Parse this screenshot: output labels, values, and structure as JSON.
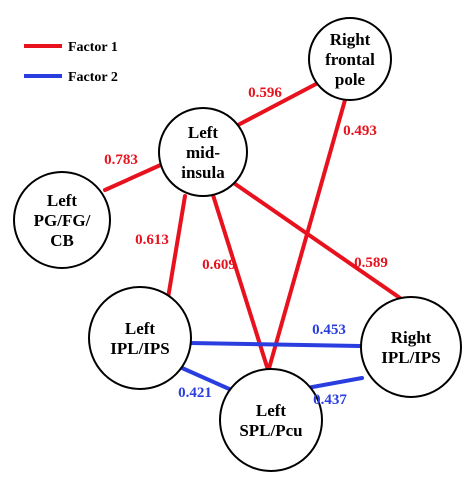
{
  "colors": {
    "factor1": "#e8121e",
    "factor2": "#2a3ee0"
  },
  "legend": [
    {
      "id": "f1",
      "label": "Factor 1",
      "factor": "factor1"
    },
    {
      "id": "f2",
      "label": "Factor 2",
      "factor": "factor2"
    }
  ],
  "nodes": [
    {
      "id": "right-frontal-pole",
      "lines": [
        "Right",
        "frontal",
        "pole"
      ]
    },
    {
      "id": "left-mid-insula",
      "lines": [
        "Left",
        "mid-",
        "insula"
      ]
    },
    {
      "id": "left-pg-fg-cb",
      "lines": [
        "Left",
        "PG/FG/",
        "CB"
      ]
    },
    {
      "id": "left-ipl-ips",
      "lines": [
        "Left",
        "IPL/IPS"
      ]
    },
    {
      "id": "right-ipl-ips",
      "lines": [
        "Right",
        "IPL/IPS"
      ]
    },
    {
      "id": "left-spl-pcu",
      "lines": [
        "Left",
        "SPL/Pcu"
      ]
    }
  ],
  "edges": [
    {
      "id": "e1",
      "from": "left-mid-insula",
      "to": "right-frontal-pole",
      "value": "0.596",
      "factor": "factor1"
    },
    {
      "id": "e2",
      "from": "right-frontal-pole",
      "to": "left-spl-pcu",
      "value": "0.493",
      "factor": "factor1"
    },
    {
      "id": "e3",
      "from": "left-mid-insula",
      "to": "left-pg-fg-cb",
      "value": "0.783",
      "factor": "factor1"
    },
    {
      "id": "e4",
      "from": "left-mid-insula",
      "to": "left-ipl-ips",
      "value": "0.613",
      "factor": "factor1"
    },
    {
      "id": "e5",
      "from": "left-mid-insula",
      "to": "left-spl-pcu",
      "value": "0.609",
      "factor": "factor1"
    },
    {
      "id": "e6",
      "from": "left-mid-insula",
      "to": "right-ipl-ips",
      "value": "0.589",
      "factor": "factor1"
    },
    {
      "id": "e7",
      "from": "left-ipl-ips",
      "to": "right-ipl-ips",
      "value": "0.453",
      "factor": "factor2"
    },
    {
      "id": "e8",
      "from": "left-ipl-ips",
      "to": "left-spl-pcu",
      "value": "0.421",
      "factor": "factor2"
    },
    {
      "id": "e9",
      "from": "left-spl-pcu",
      "to": "right-ipl-ips",
      "value": "0.437",
      "factor": "factor2"
    }
  ]
}
